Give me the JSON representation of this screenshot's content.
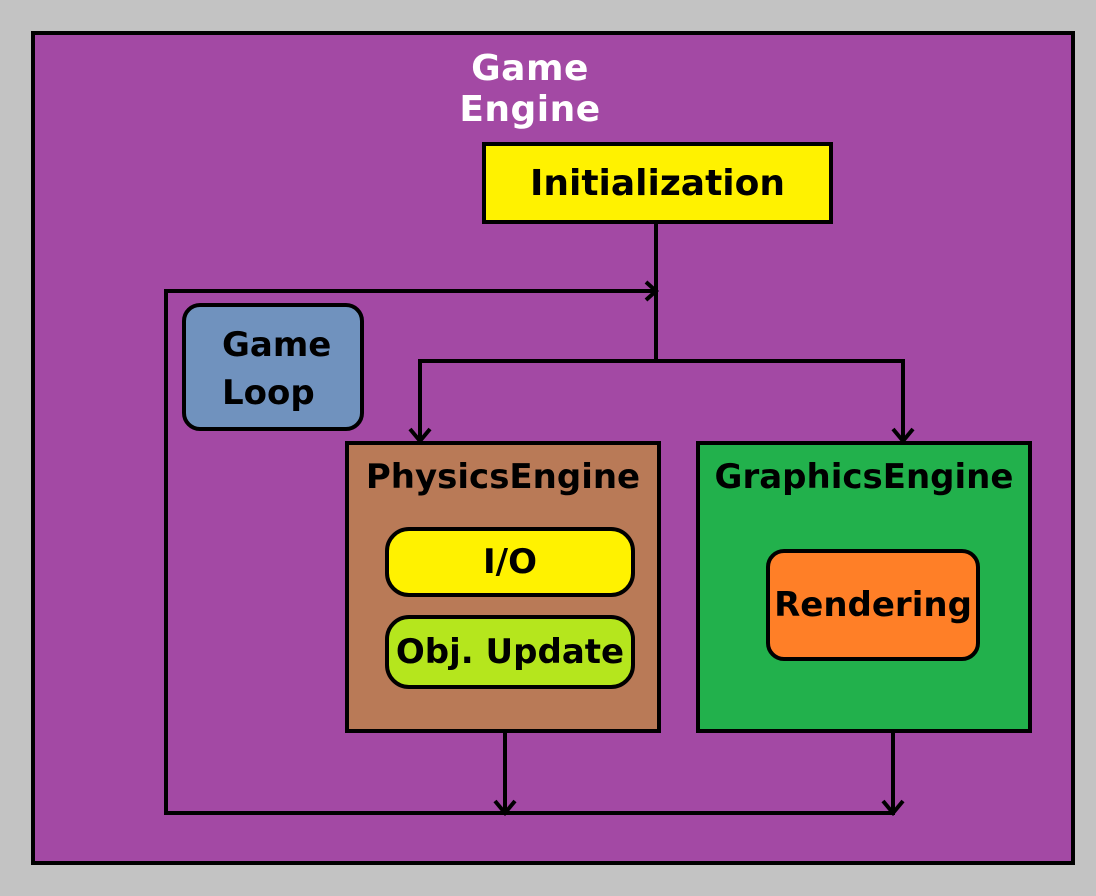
{
  "diagram": {
    "title": "Game Engine",
    "nodes": {
      "initialization": "Initialization",
      "game_loop": [
        "Game",
        "Loop"
      ],
      "physics_engine": {
        "label": "PhysicsEngine",
        "children": [
          "I/O",
          "Obj. Update"
        ]
      },
      "graphics_engine": {
        "label": "GraphicsEngine",
        "children": [
          "Rendering"
        ]
      }
    },
    "edges": [
      {
        "from": "initialization",
        "to": "loop-junction"
      },
      {
        "from": "loop-junction",
        "to": "physics_engine"
      },
      {
        "from": "loop-junction",
        "to": "graphics_engine"
      },
      {
        "from": "physics_engine",
        "to": "loop-return"
      },
      {
        "from": "graphics_engine",
        "to": "loop-return"
      },
      {
        "from": "loop-return",
        "to": "loop-junction"
      }
    ],
    "colors": {
      "background": "#c3c3c3",
      "frame": "#a349a4",
      "initialization": "#fff200",
      "game_loop": "#7092be",
      "physics_engine": "#b97a57",
      "graphics_engine": "#22b14c",
      "io": "#fff200",
      "obj_update": "#b5e61d",
      "rendering": "#ff7f27",
      "title_text": "#ffffff"
    }
  }
}
